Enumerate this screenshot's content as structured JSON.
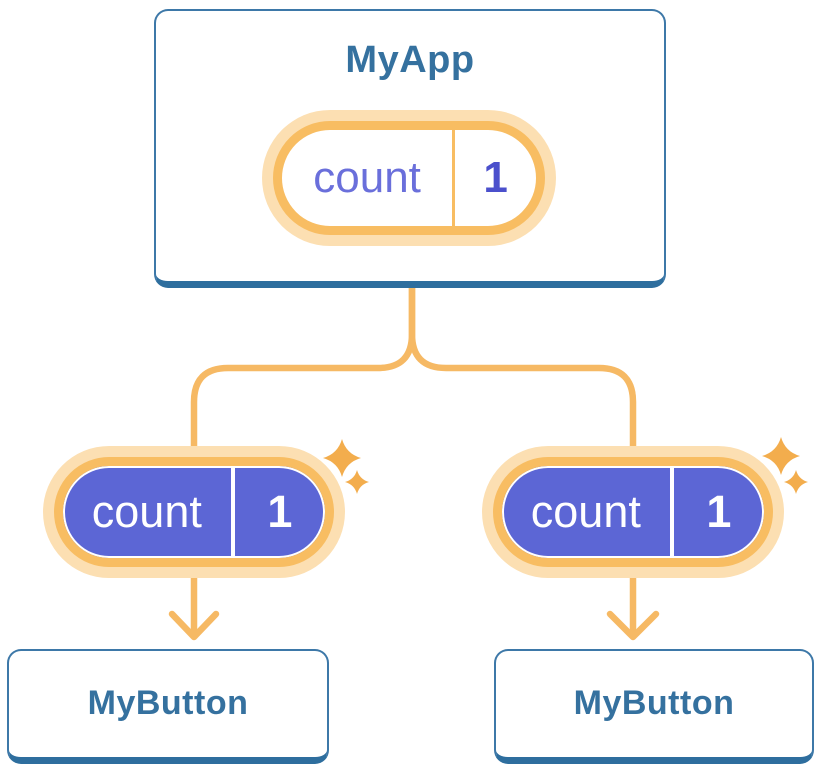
{
  "diagram": {
    "description": "React component tree showing state passed down as props",
    "root": {
      "title": "MyApp",
      "state": {
        "name": "count",
        "value": "1"
      }
    },
    "children": [
      {
        "title": "MyButton",
        "state": {
          "name": "count",
          "value": "1"
        }
      },
      {
        "title": "MyButton",
        "state": {
          "name": "count",
          "value": "1"
        }
      }
    ],
    "icons": {
      "sparkle": "4-point-star"
    },
    "colors": {
      "card_border_blue": "#3d78a8",
      "card_bottom_blue": "#2e6e9e",
      "title_blue": "#35719f",
      "connector_orange": "#f6b964",
      "pill_border_orange": "#f8bd62",
      "pill_glow_cream": "#fcdfb2",
      "pill_fill_purple": "#5c66d5",
      "state_label_purple": "#6a6fdb",
      "state_value_purple": "#4b50cc",
      "sparkle_orange": "#f3ad4d",
      "background": "#ffffff"
    }
  }
}
